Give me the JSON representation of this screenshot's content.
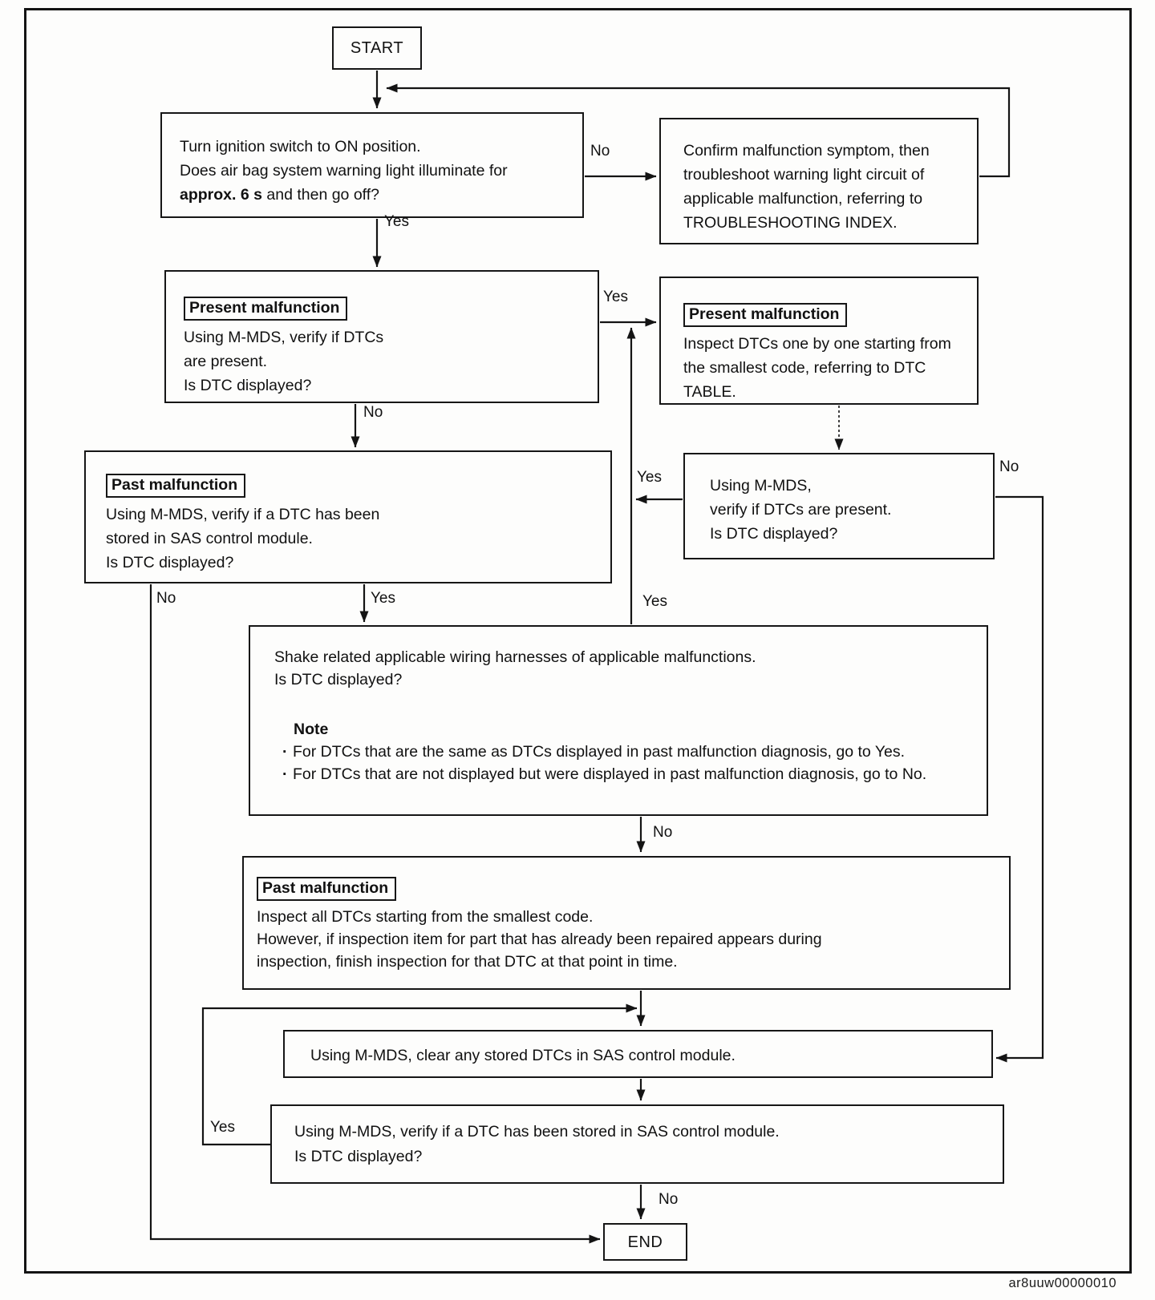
{
  "figure_code": "ar8uuw00000010",
  "nodes": {
    "start": "START",
    "end": "END",
    "ignition": {
      "line1": "Turn ignition switch to ON position.",
      "line2": "Does air bag system warning light illuminate for",
      "line3_bold": "approx. 6 s",
      "line3_rest": " and then go off?"
    },
    "confirm": {
      "line1": "Confirm malfunction symptom, then",
      "line2": "troubleshoot warning light circuit of",
      "line3": "applicable malfunction, referring to",
      "line4": "TROUBLESHOOTING INDEX."
    },
    "present_check": {
      "title": "Present malfunction",
      "line1": "Using M-MDS, verify if DTCs",
      "line2": "are present.",
      "line3": "Is DTC displayed?"
    },
    "present_inspect": {
      "title": "Present malfunction",
      "line1": "Inspect DTCs one by one starting from",
      "line2": "the smallest code, referring to DTC",
      "line3": "TABLE."
    },
    "past_check": {
      "title": "Past malfunction",
      "line1": "Using M-MDS, verify if a DTC has been",
      "line2": "stored in SAS control module.",
      "line3": "Is DTC displayed?"
    },
    "verify_present": {
      "line1": "Using M-MDS,",
      "line2": "verify if DTCs are present.",
      "line3": "Is DTC displayed?"
    },
    "shake": {
      "line1": "Shake related applicable wiring harnesses of applicable malfunctions.",
      "line2": "Is DTC displayed?",
      "note_title": "Note",
      "bullet": "·",
      "note1": "For DTCs that are the same as DTCs displayed in past malfunction diagnosis, go to Yes.",
      "note2": "For DTCs that are not displayed but were displayed in past malfunction diagnosis, go to No."
    },
    "past_inspect": {
      "title": "Past malfunction",
      "line1": "Inspect all DTCs starting from the smallest code.",
      "line2": "However, if inspection item for part that has already been repaired appears during",
      "line3": "inspection, finish inspection for that DTC at that point in time."
    },
    "clear": {
      "line1": "Using M-MDS, clear any stored DTCs in SAS control module."
    },
    "verify_stored": {
      "line1": "Using M-MDS, verify if a DTC has been stored in SAS control module.",
      "line2": "Is DTC displayed?"
    }
  },
  "edge_labels": {
    "ignition_no": "No",
    "ignition_yes": "Yes",
    "present_yes": "Yes",
    "present_no": "No",
    "verify_present_yes": "Yes",
    "verify_present_no": "No",
    "past_yes": "Yes",
    "past_no": "No",
    "shake_yes": "Yes",
    "shake_no": "No",
    "verify_stored_yes": "Yes",
    "verify_stored_no": "No"
  }
}
